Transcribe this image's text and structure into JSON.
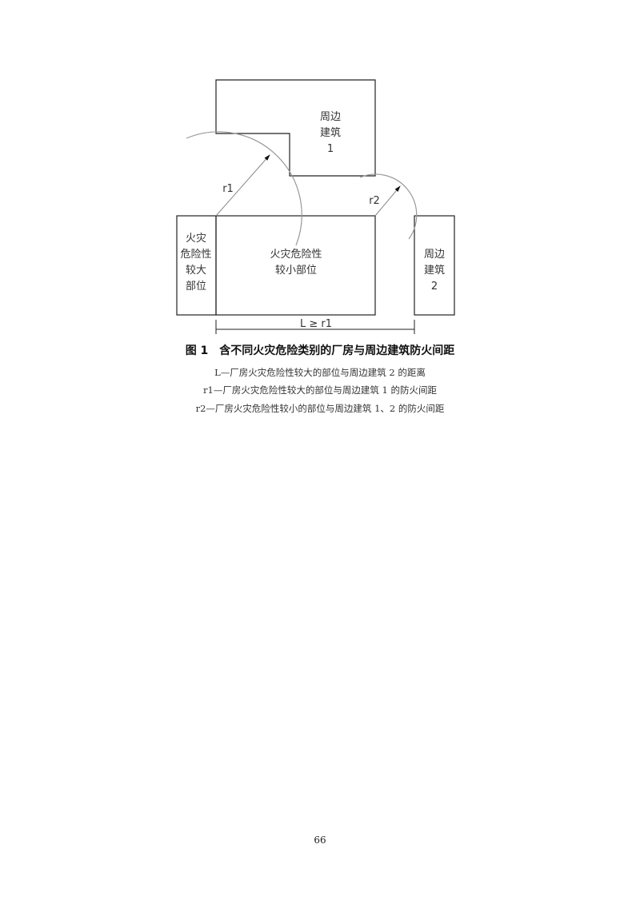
{
  "figure": {
    "building1": [
      "周边",
      "建筑",
      "1"
    ],
    "building2": [
      "周边",
      "建筑",
      "2"
    ],
    "high_risk": [
      "火灾",
      "危险性",
      "较大",
      "部位"
    ],
    "low_risk": [
      "火灾危险性",
      "较小部位"
    ],
    "r1_label": "r1",
    "r2_label": "r2",
    "dimension_label": "L ≥ r1"
  },
  "caption": {
    "title": "图 1　含不同火灾危险类别的厂房与周边建筑防火间距",
    "notes": [
      "L—厂房火灾危险性较大的部位与周边建筑 2 的距离",
      "r1—厂房火灾危险性较大的部位与周边建筑 1 的防火间距",
      "r2—厂房火灾危险性较小的部位与周边建筑 1、2 的防火间距"
    ]
  },
  "page_number": "66"
}
